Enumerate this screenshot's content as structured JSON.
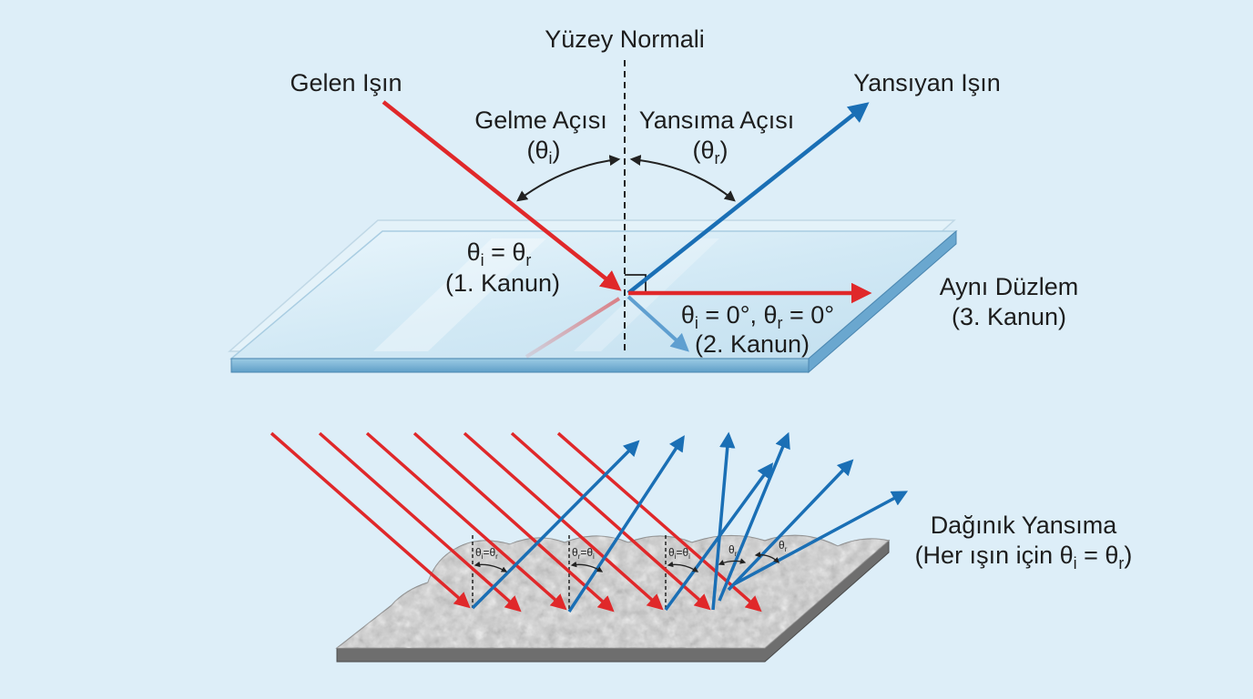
{
  "colors": {
    "background": "#ddeef8",
    "incident_ray": "#e0282a",
    "reflected_ray": "#1a6fb5",
    "normal_line": "#222222",
    "glass": "#d6ecf7",
    "rough_surface": "#c8c8c8"
  },
  "labels": {
    "surface_normal": "Yüzey Normali",
    "incident_ray": "Gelen Işın",
    "reflected_ray": "Yansıyan Işın",
    "incidence_angle": "Gelme Açısı",
    "incidence_symbol": "(θ",
    "incidence_sub": "i",
    "incidence_close": ")",
    "reflection_angle": "Yansıma Açısı",
    "reflection_symbol": "(θ",
    "reflection_sub": "r",
    "reflection_close": ")",
    "law1_theta_i": "θ",
    "law1_sub_i": "i",
    "law1_equals": " = θ",
    "law1_sub_r": "r",
    "law1_name": "(1. Kanun)",
    "law2_theta_i": "θ",
    "law2_sub_i": "i",
    "law2_mid": " = 0°, θ",
    "law2_sub_r": "r",
    "law2_end": " = 0°",
    "law2_name": "(2. Kanun)",
    "law3_title": "Aynı Düzlem",
    "law3_name": "(3. Kanun)",
    "diffuse_title": "Dağınık Yansıma",
    "diffuse_prefix": "(Her ışın için θ",
    "diffuse_sub_i": "i",
    "diffuse_mid": " = θ",
    "diffuse_sub_r": "r",
    "diffuse_close": ")",
    "small_theta": "θ",
    "small_sub_i": "i",
    "small_sub_r": "r",
    "small_eq": "=θ"
  }
}
